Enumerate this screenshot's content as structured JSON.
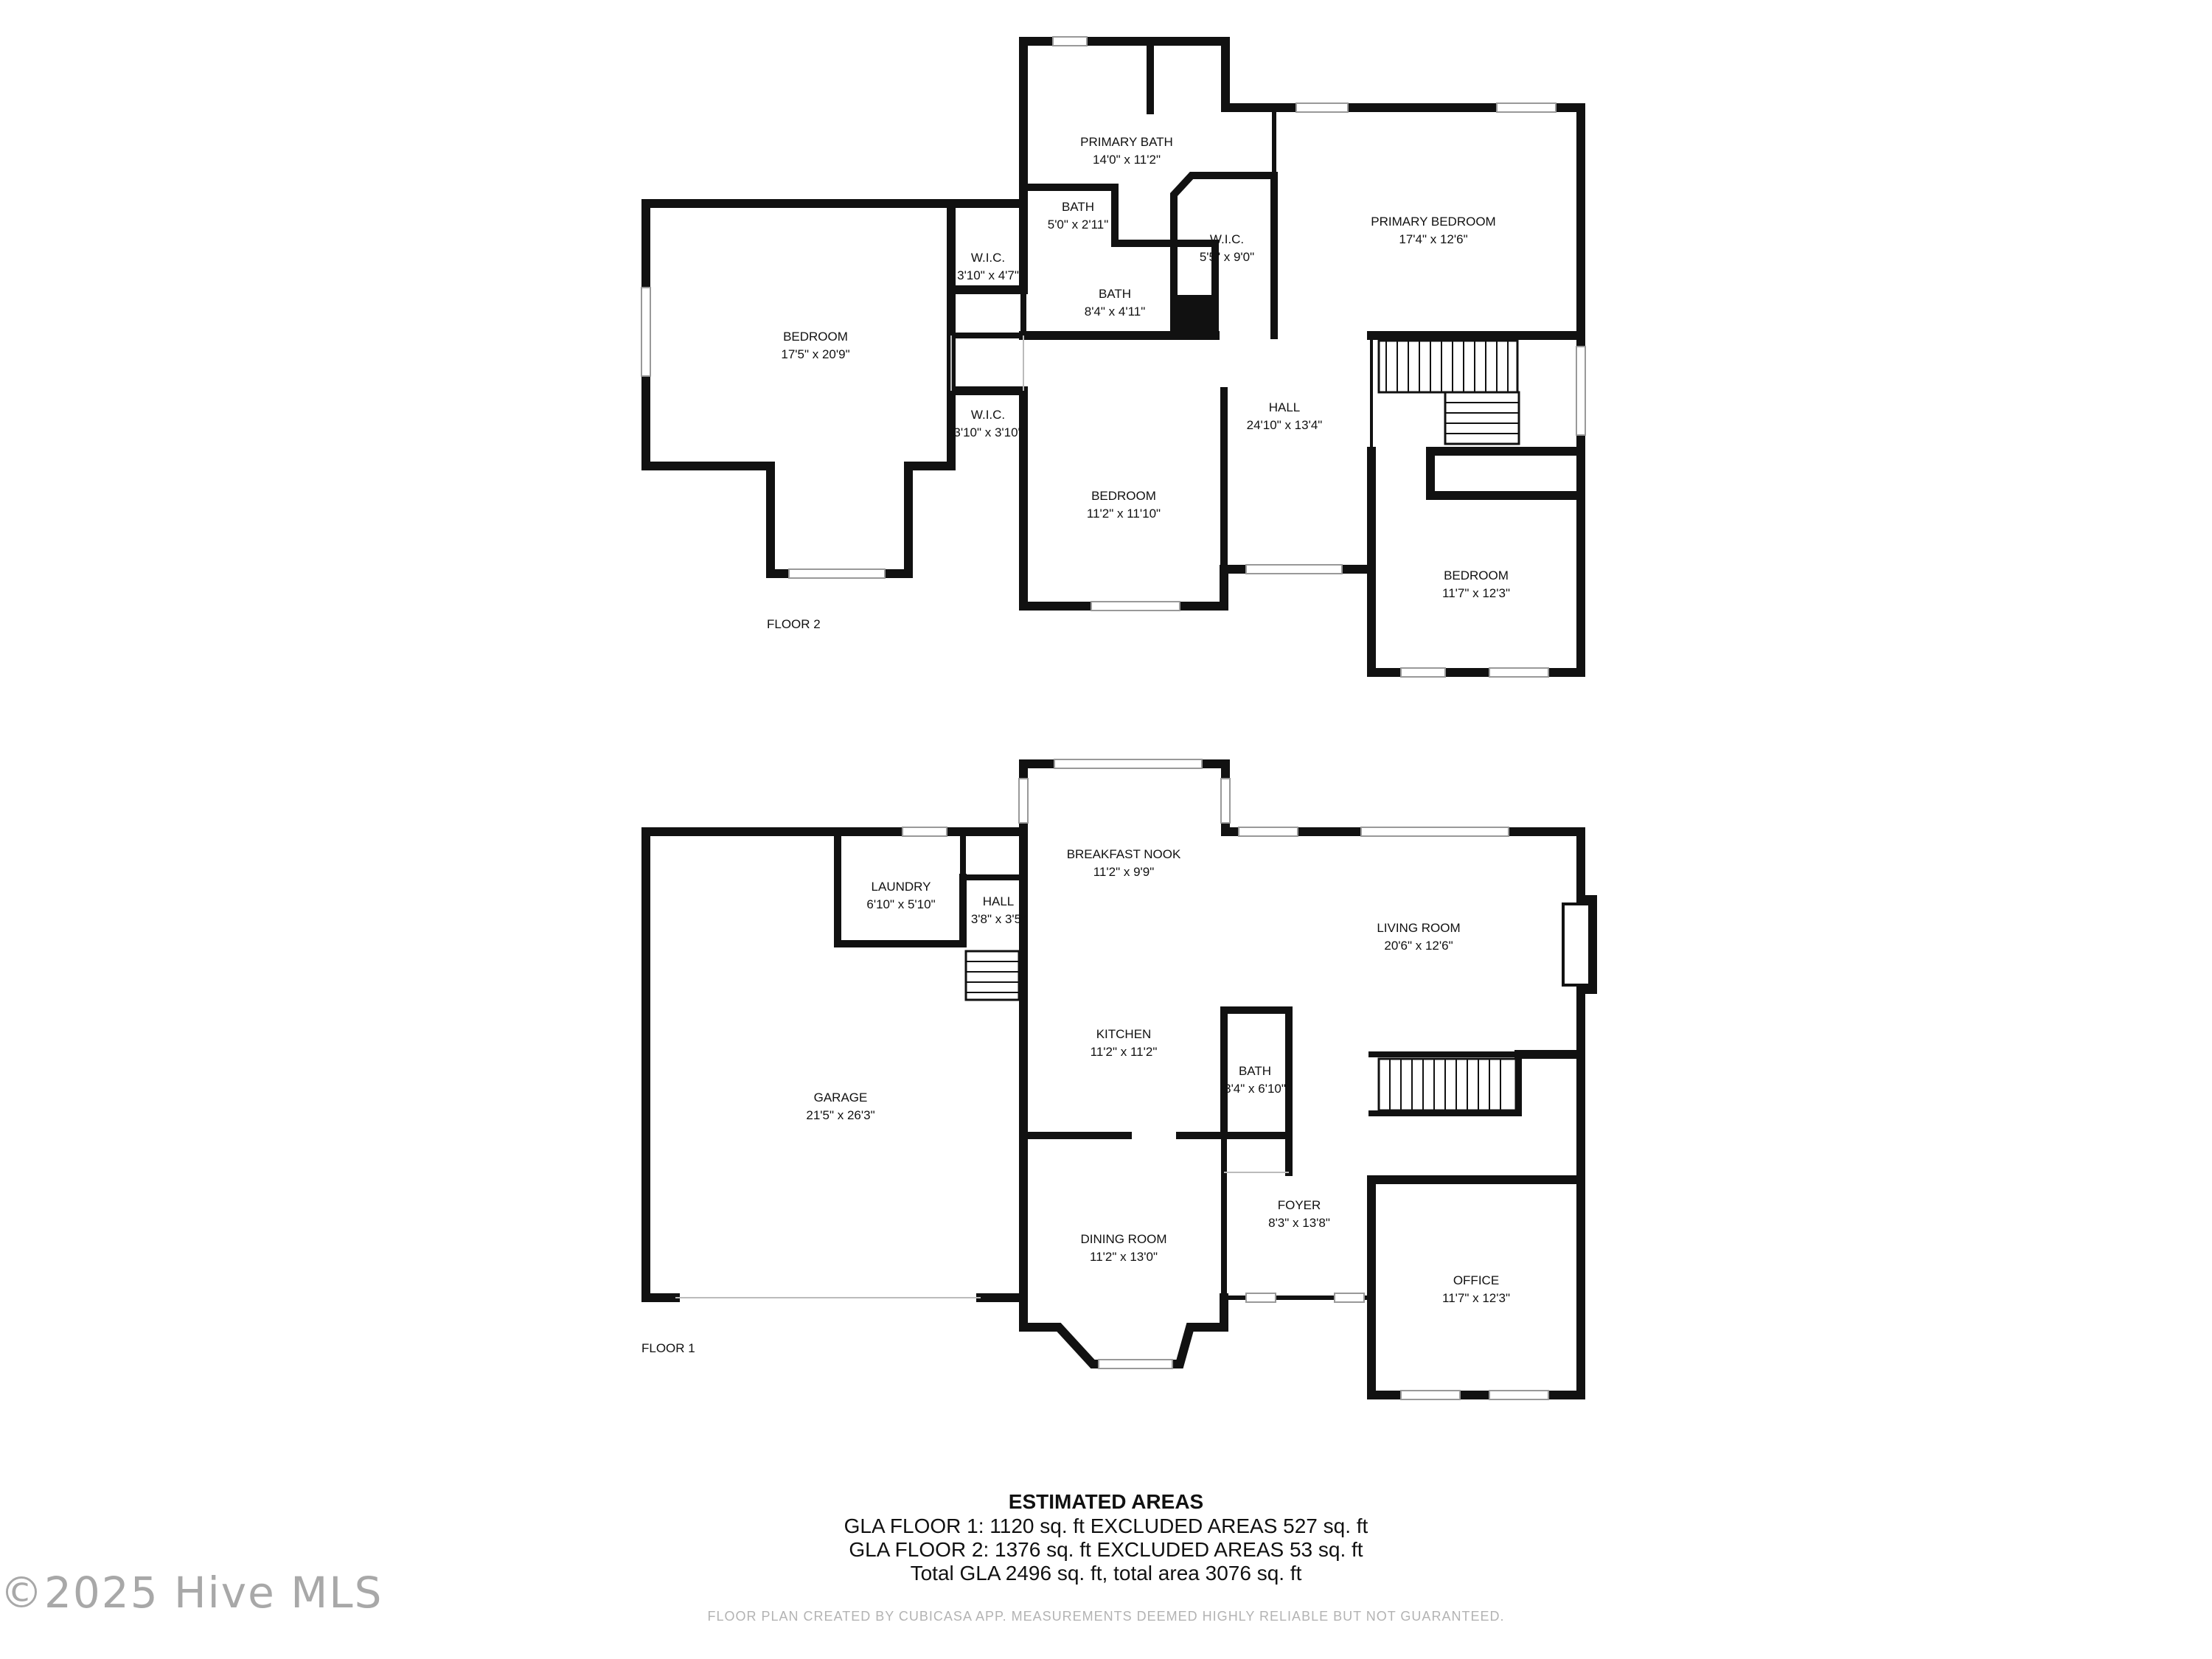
{
  "floor2": {
    "label": "FLOOR 2",
    "rooms": {
      "bedroom_left": {
        "name": "BEDROOM",
        "size": "17'5\" x 20'9\""
      },
      "wic_upper": {
        "name": "W.I.C.",
        "size": "3'10\" x 4'7\""
      },
      "wic_lower": {
        "name": "W.I.C.",
        "size": "3'10\" x 3'10\""
      },
      "primary_bath": {
        "name": "PRIMARY BATH",
        "size": "14'0\" x 11'2\""
      },
      "bath_small": {
        "name": "BATH",
        "size": "5'0\" x 2'11\""
      },
      "bath_mid": {
        "name": "BATH",
        "size": "8'4\" x 4'11\""
      },
      "wic_primary": {
        "name": "W.I.C.",
        "size": "5'5\" x 9'0\""
      },
      "primary_bedroom": {
        "name": "PRIMARY BEDROOM",
        "size": "17'4\" x 12'6\""
      },
      "hall": {
        "name": "HALL",
        "size": "24'10\" x 13'4\""
      },
      "bedroom_mid": {
        "name": "BEDROOM",
        "size": "11'2\" x 11'10\""
      },
      "bedroom_right": {
        "name": "BEDROOM",
        "size": "11'7\" x 12'3\""
      }
    }
  },
  "floor1": {
    "label": "FLOOR 1",
    "rooms": {
      "garage": {
        "name": "GARAGE",
        "size": "21'5\" x 26'3\""
      },
      "laundry": {
        "name": "LAUNDRY",
        "size": "6'10\" x 5'10\""
      },
      "hall": {
        "name": "HALL",
        "size": "3'8\" x 3'5\""
      },
      "breakfast_nook": {
        "name": "BREAKFAST NOOK",
        "size": "11'2\" x 9'9\""
      },
      "kitchen": {
        "name": "KITCHEN",
        "size": "11'2\" x 11'2\""
      },
      "bath": {
        "name": "BATH",
        "size": "3'4\" x 6'10\""
      },
      "living_room": {
        "name": "LIVING ROOM",
        "size": "20'6\" x 12'6\""
      },
      "dining_room": {
        "name": "DINING ROOM",
        "size": "11'2\" x 13'0\""
      },
      "foyer": {
        "name": "FOYER",
        "size": "8'3\" x 13'8\""
      },
      "office": {
        "name": "OFFICE",
        "size": "11'7\" x 12'3\""
      }
    }
  },
  "areas": {
    "heading": "ESTIMATED AREAS",
    "line1": "GLA FLOOR 1: 1120 sq. ft EXCLUDED AREAS 527 sq. ft",
    "line2": "GLA FLOOR 2: 1376 sq. ft EXCLUDED AREAS 53 sq. ft",
    "line3": "Total GLA 2496 sq. ft, total area 3076 sq. ft"
  },
  "footer": "FLOOR PLAN CREATED BY CUBICASA APP. MEASUREMENTS DEEMED HIGHLY RELIABLE BUT NOT GUARANTEED.",
  "copyright": "©2025 Hive MLS",
  "colors": {
    "wall": "#111111",
    "window": "#999999",
    "background": "#ffffff"
  }
}
